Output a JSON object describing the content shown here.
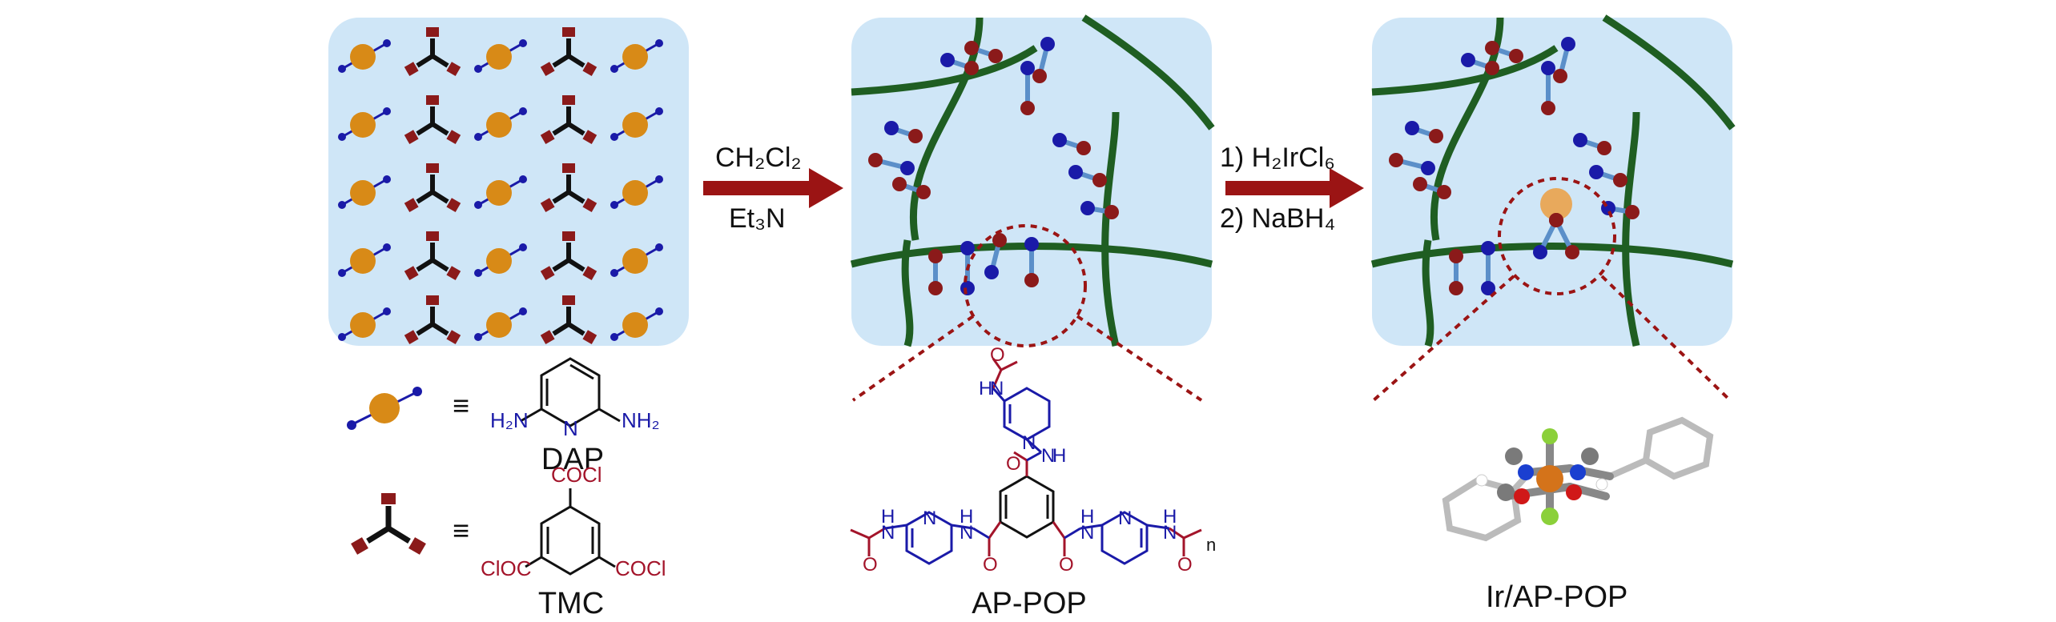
{
  "colors": {
    "panel_bg": "#cfe6f7",
    "dap_orange": "#d88a17",
    "amide_blue": "#1a1aa8",
    "carbonyl_red": "#8b1a1a",
    "polymer_green": "#1f5e22",
    "linker_blue": "#5b8fc9",
    "arrow": "#9b1414",
    "ir_gold": "#e8a95c",
    "dashed": "#9b1414",
    "chem_blue": "#1a1aa8",
    "chem_red": "#a3142a"
  },
  "arrows": [
    {
      "line1": "CH₂Cl₂",
      "line2": "Et₃N"
    },
    {
      "line1": "1) H₂IrCl₆",
      "line2": "2) NaBH₄"
    }
  ],
  "legend": {
    "equiv": "≡",
    "dap": {
      "name": "DAP",
      "left_group": "H₂N",
      "ring_n": "N",
      "right_group": "NH₂"
    },
    "tmc": {
      "name": "TMC",
      "top_group": "COCl",
      "left_group": "ClOC",
      "right_group": "COCl"
    }
  },
  "captions": {
    "middle": "AP-POP",
    "right": "Ir/AP-POP"
  },
  "chem_labels": {
    "o": "O",
    "nh": "N",
    "h": "H",
    "ring_n": "N",
    "n_sub": "n"
  },
  "icons": [
    "dap-monomer-icon",
    "tmc-monomer-icon",
    "reaction-arrow-icon",
    "ir-nanoparticle-icon",
    "ir-complex-model-icon"
  ]
}
